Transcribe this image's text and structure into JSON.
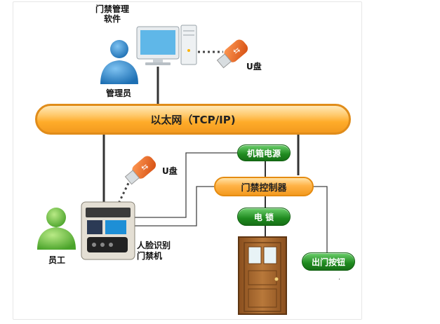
{
  "labels": {
    "software": "门禁管理\n软件",
    "admin": "管理员",
    "usb_top": "U盘",
    "usb_mid": "U盘",
    "ethernet": "以太网（TCP/IP)",
    "power": "机箱电源",
    "controller": "门禁控制器",
    "lock": "电 锁",
    "exit_button": "出门按钮",
    "staff": "员工",
    "face_terminal": "人脸识别\n门禁机"
  },
  "icons": {
    "admin": "person-icon",
    "staff": "person-icon",
    "computer": "desktop-computer-icon",
    "usb": "usb-drive-icon",
    "terminal": "face-recognition-terminal-icon",
    "door": "door-icon"
  },
  "colors": {
    "ethernet_fill": "#ffac2a",
    "ethernet_border": "#e08c1a",
    "pill_green": "#1f8a1f",
    "person_blue": "#2f86c9",
    "person_green": "#6cc04a",
    "usb_orange": "#e8641b",
    "door_wood": "#a0632b"
  }
}
